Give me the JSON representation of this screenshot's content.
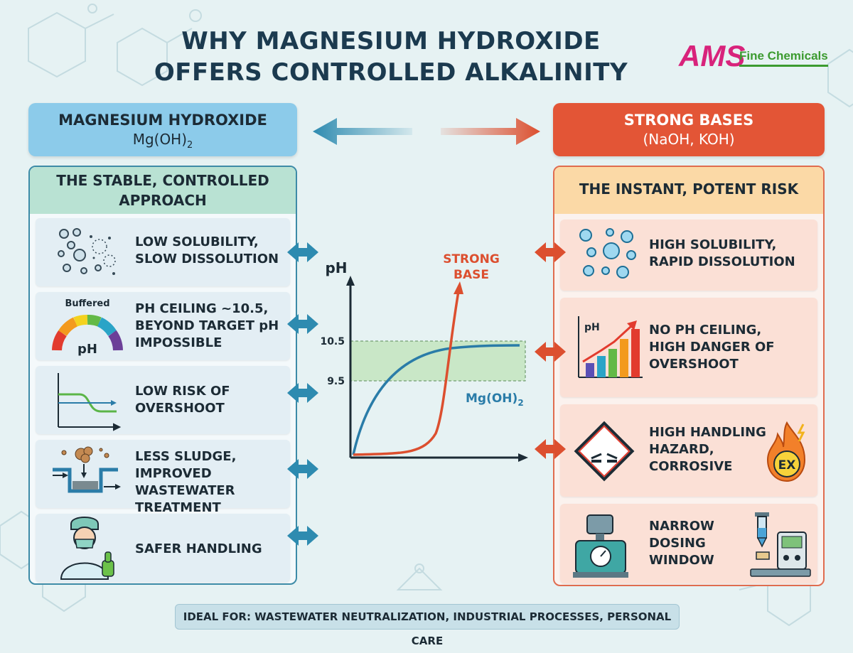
{
  "title": {
    "line1": "WHY MAGNESIUM HYDROXIDE",
    "line2": "OFFERS CONTROLLED ALKALINITY"
  },
  "logo": {
    "brand": "AMS",
    "tagline": "Fine Chemicals"
  },
  "left": {
    "header": "MAGNESIUM HYDROXIDE",
    "formula": "Mg(OH)",
    "formula_sub": "2",
    "subheader_line1": "THE STABLE, CONTROLLED",
    "subheader_line2": "APPROACH",
    "items": [
      {
        "line1": "LOW SOLUBILITY,",
        "line2": "SLOW DISSOLUTION",
        "line3": ""
      },
      {
        "line1": "PH CEILING ~10.5,",
        "line2": "BEYOND TARGET pH",
        "line3": "IMPOSSIBLE",
        "icon_label_top": "Buffered",
        "icon_label": "pH"
      },
      {
        "line1": "LOW RISK OF",
        "line2": "OVERSHOOT",
        "line3": ""
      },
      {
        "line1": "LESS SLUDGE,",
        "line2": "IMPROVED WASTEWATER",
        "line3": "TREATMENT"
      },
      {
        "line1": "SAFER HANDLING",
        "line2": "",
        "line3": ""
      }
    ]
  },
  "right": {
    "header": "STRONG BASES",
    "formula": "(NaOH, KOH)",
    "subheader": "THE INSTANT, POTENT RISK",
    "items": [
      {
        "line1": "HIGH SOLUBILITY,",
        "line2": "RAPID DISSOLUTION",
        "line3": ""
      },
      {
        "line1": "NO PH CEILING,",
        "line2": "HIGH DANGER OF",
        "line3": "OVERSHOOT",
        "icon_label": "pH"
      },
      {
        "line1": "HIGH HANDLING",
        "line2": "HAZARD,",
        "line3": "CORROSIVE",
        "badge": "EX"
      },
      {
        "line1": "NARROW",
        "line2": "DOSING",
        "line3": "WINDOW"
      }
    ]
  },
  "chart_data": {
    "type": "line",
    "ylabel": "pH",
    "yticks": [
      "10.5",
      "9.5"
    ],
    "band": [
      9.5,
      10.5
    ],
    "series": [
      {
        "name": "STRONG BASE",
        "label_line1": "STRONG",
        "label_line2": "BASE",
        "color": "#dc4f2f"
      },
      {
        "name": "Mg(OH)",
        "name_sub": "2",
        "color": "#2a7ca8"
      }
    ]
  },
  "footer": "IDEAL FOR: WASTEWATER NEUTRALIZATION, INDUSTRIAL PROCESSES, PERSONAL CARE",
  "colors": {
    "mg_blue": "#2a7ca8",
    "strong_red": "#dc4f2f",
    "band_green": "#c9e7c7",
    "connector_teal": "#2e8bb0"
  }
}
